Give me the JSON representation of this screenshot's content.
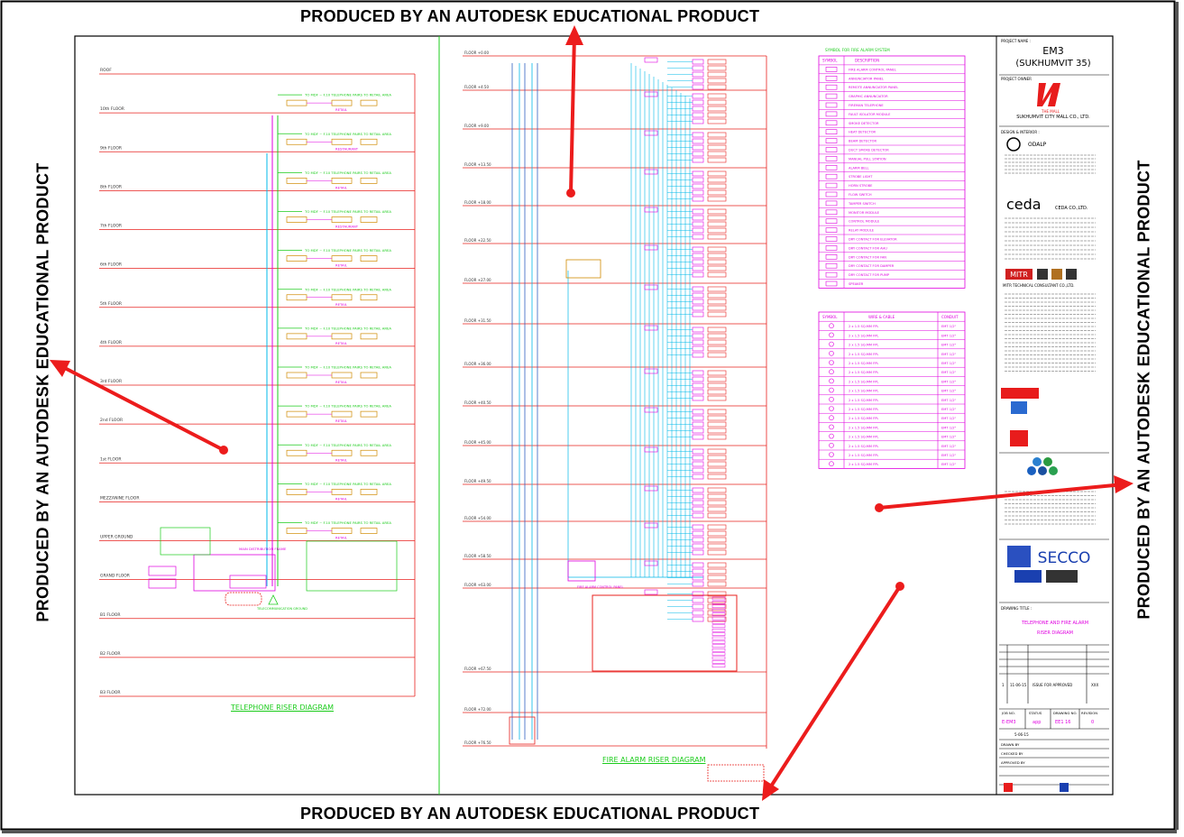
{
  "watermark": {
    "top": "PRODUCED BY AN AUTODESK EDUCATIONAL PRODUCT",
    "bottom": "PRODUCED BY AN AUTODESK EDUCATIONAL PRODUCT",
    "left": "PRODUCED BY AN AUTODESK EDUCATIONAL PRODUCT",
    "right": "PRODUCED BY AN AUTODESK EDUCATIONAL PRODUCT"
  },
  "telephone_diagram": {
    "title": "TELEPHONE RISER DIAGRAM",
    "floors": [
      "ROOF",
      "10th FLOOR",
      "9th FLOOR",
      "8th FLOOR",
      "7th FLOOR",
      "6th FLOOR",
      "5th FLOOR",
      "4th FLOOR",
      "3rd FLOOR",
      "2nd FLOOR",
      "1st FLOOR",
      "MEZZANINE FLOOR",
      "UPPER GROUND",
      "GRAND FLOOR",
      "B1 FLOOR",
      "B2 FLOOR",
      "B3 FLOOR"
    ],
    "shop_labels": [
      "RETAIL",
      "RESTAURANT",
      "RETAIL",
      "RESTAURANT",
      "RETAIL",
      "RETAIL",
      "RETAIL",
      "RETAIL",
      "RETAIL",
      "RETAIL",
      "RETAIL",
      "RETAIL"
    ],
    "main_box": "MAIN DISTRIBUTION FRAME",
    "ground": "TELECOMMUNICATION GROUND"
  },
  "fire_alarm_diagram": {
    "title": "FIRE ALARM RISER DIAGRAM",
    "fcp_label": "FIRE ALARM CONTROL PANEL"
  },
  "legend_table": {
    "title": "SYMBOL FOR FIRE ALARM SYSTEM",
    "headers": [
      "SYMBOL",
      "DESCRIPTION"
    ],
    "rows": [
      "FIRE ALARM CONTROL PANEL",
      "ANNUNCIATOR PANEL",
      "REMOTE ANNUNCIATOR PANEL",
      "GRAPHIC ANNUNCIATOR",
      "FIREMAN TELEPHONE",
      "FAULT ISOLATOR MODULE",
      "SMOKE DETECTOR",
      "HEAT DETECTOR",
      "BEAM DETECTOR",
      "DUCT SMOKE DETECTOR",
      "MANUAL PULL STATION",
      "ALARM BELL",
      "STROBE LIGHT",
      "HORN STROBE",
      "FLOW SWITCH",
      "TAMPER SWITCH",
      "MONITOR MODULE",
      "CONTROL MODULE",
      "RELAY MODULE",
      "DRY CONTACT FOR ELEVATOR",
      "DRY CONTACT FOR AHU",
      "DRY CONTACT FOR FAN",
      "DRY CONTACT FOR DAMPER",
      "DRY CONTACT FOR PUMP",
      "SPEAKER"
    ]
  },
  "wire_table": {
    "headers": [
      "SYMBOL",
      "WIRE & CABLE",
      "CONDUIT"
    ],
    "rows": [
      [
        "2 x 1.5 SQ.MM FPL",
        "EMT 1/2\""
      ],
      [
        "2 x 1.5 SQ.MM FPL",
        "EMT 1/2\""
      ],
      [
        "2 x 1.5 SQ.MM FPL",
        "EMT 1/2\""
      ],
      [
        "2 x 1.5 SQ.MM FPL",
        "EMT 1/2\""
      ],
      [
        "2 x 1.5 SQ.MM FPL",
        "EMT 1/2\""
      ],
      [
        "2 x 1.5 SQ.MM FPL",
        "EMT 1/2\""
      ],
      [
        "2 x 1.5 SQ.MM FPL",
        "EMT 1/2\""
      ],
      [
        "2 x 1.5 SQ.MM FPL",
        "EMT 1/2\""
      ],
      [
        "2 x 1.5 SQ.MM FPL",
        "EMT 1/2\""
      ],
      [
        "2 x 1.5 SQ.MM FPL",
        "EMT 1/2\""
      ],
      [
        "2 x 1.5 SQ.MM FPL",
        "EMT 1/2\""
      ],
      [
        "2 x 1.5 SQ.MM FPL",
        "EMT 1/2\""
      ],
      [
        "2 x 1.5 SQ.MM FPL",
        "EMT 1/2\""
      ],
      [
        "2 x 1.5 SQ.MM FPL",
        "EMT 1/2\""
      ],
      [
        "2 x 1.5 SQ.MM FPL",
        "EMT 1/2\""
      ],
      [
        "2 x 1.5 SQ.MM FPL",
        "EMT 1/2\""
      ]
    ]
  },
  "title_block": {
    "project_name_label": "PROJECT NAME :",
    "project_name": "EM3",
    "project_sub": "(SUKHUMVIT 35)",
    "owner_label": "PROJECT OWNER",
    "logo_text": "THE MALL",
    "owner": "SUKHUMVIT CITY MALL CO., LTD.",
    "design_label": "DESIGN & INTERIOR :",
    "architect_logo": "ODALP",
    "structural_logo": "ceda",
    "structural_name": "CEDA CO.,LTD.",
    "mep_logo": "MITR",
    "mep_company": "MITR TECHNICAL CONSULTANT CO.,LTD.",
    "contractor_logo": "SECCO",
    "drawing_title_label": "DRAWING TITLE :",
    "drawing_title_1": "TELEPHONE AND FIRE ALARM",
    "drawing_title_2": "RISER DIAGRAM",
    "revision_row": [
      "1",
      "11-06-15",
      "ISSUE FOR APPROVED",
      "XXX"
    ],
    "job_no_label": "JOB NO.",
    "job_no": "E-EM3",
    "status_label": "STATUS",
    "status": "app",
    "drawing_no_label": "DRAWING NO.",
    "drawing_no": "EE1 16",
    "revision_label": "REVISION",
    "revision": "0",
    "date": "5-06-15",
    "drawn_by_label": "DRAWN BY",
    "checked_by_label": "CHECKED BY",
    "approved_by_label": "APPROVED BY"
  },
  "colors": {
    "red_line": "#e8211e",
    "magenta": "#e000e0",
    "green": "#1ccc1c",
    "cyan": "#00b8e8",
    "orange": "#d08a00",
    "arrow_red": "#ec1c1c"
  }
}
